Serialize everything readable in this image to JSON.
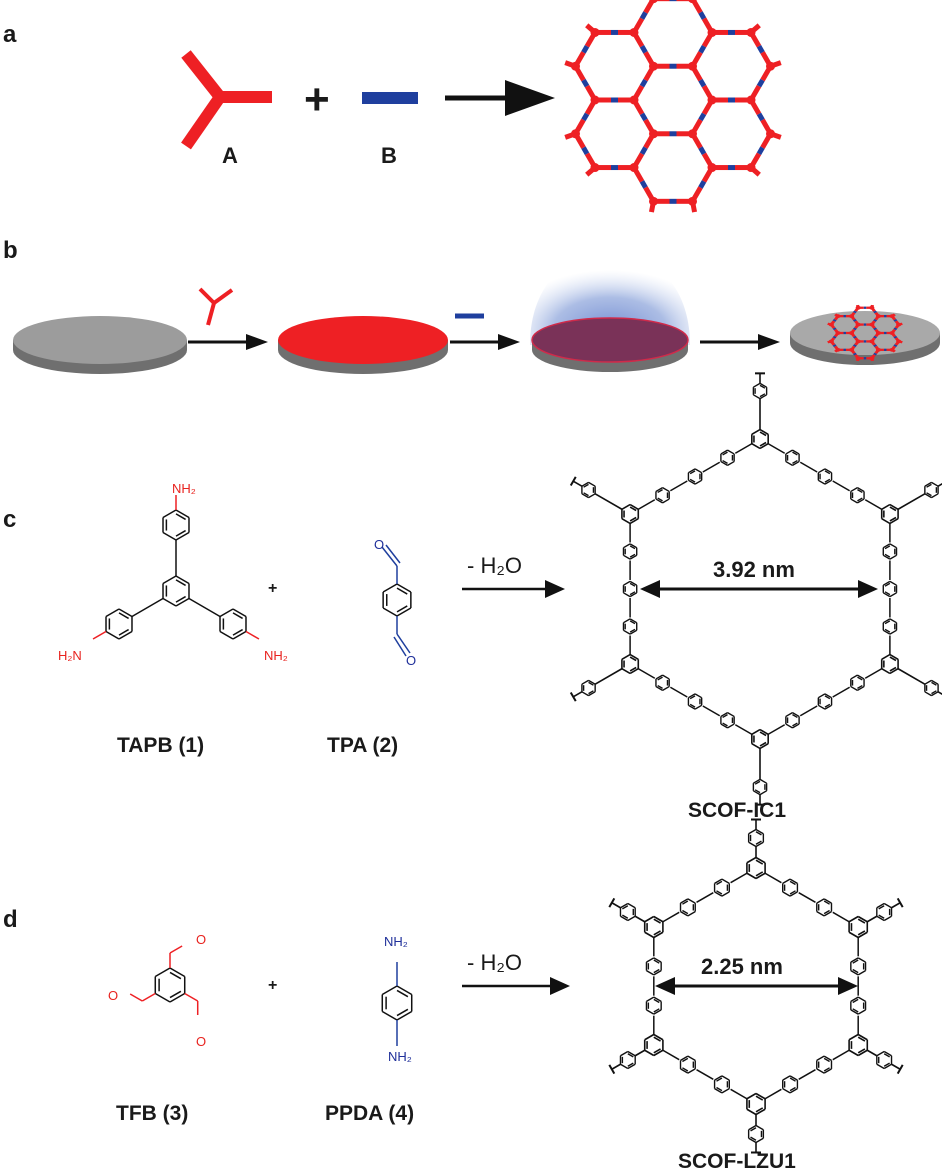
{
  "panels": {
    "a": "a",
    "b": "b",
    "c": "c",
    "d": "d"
  },
  "monomers": {
    "A": "A",
    "B": "B"
  },
  "operators": {
    "plus": "+"
  },
  "reactions": {
    "c_condition": "- H₂O",
    "d_condition": "- H₂O"
  },
  "compounds": {
    "tapb": "TAPB (1)",
    "tpa": "TPA (2)",
    "tfb": "TFB (3)",
    "ppda": "PPDA (4)"
  },
  "products": {
    "c_name": "SCOF-IC1",
    "c_pore": "3.92 nm",
    "d_name": "SCOF-LZU1",
    "d_pore": "2.25 nm"
  },
  "atoms": {
    "nh2": "NH₂",
    "h2n": "H₂N",
    "o": "O"
  },
  "colors": {
    "monomer_a": "#ee2024",
    "monomer_b": "#1f3f9e",
    "substrate": "#9c9c9c",
    "substrate_edge": "#6f6f6f",
    "bond": "#111111",
    "glow": "#7f9ad6",
    "film": "#7a3258"
  }
}
